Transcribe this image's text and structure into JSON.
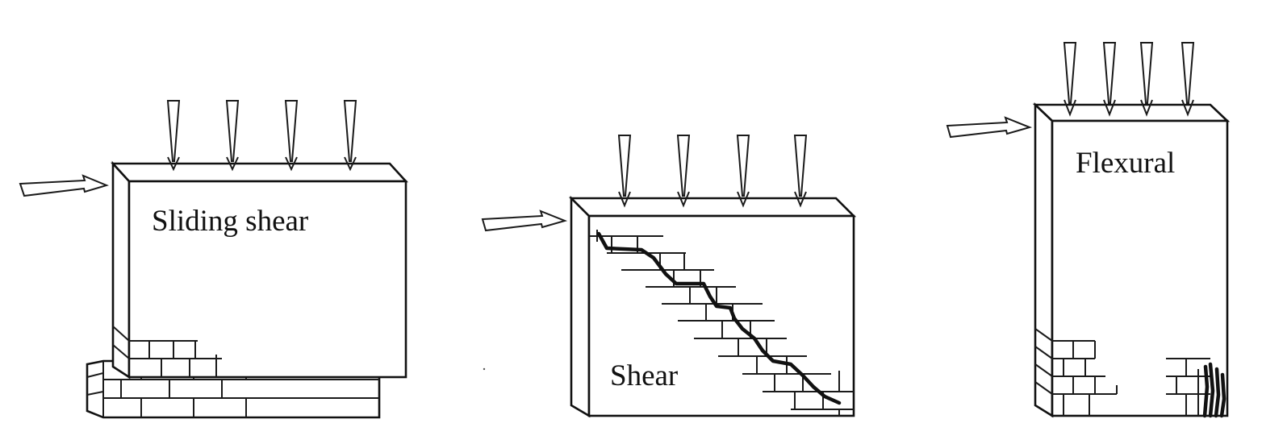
{
  "panels": [
    {
      "id": "sliding-shear",
      "label": "Sliding shear"
    },
    {
      "id": "shear",
      "label": "Shear"
    },
    {
      "id": "flexural",
      "label": "Flexural"
    }
  ]
}
